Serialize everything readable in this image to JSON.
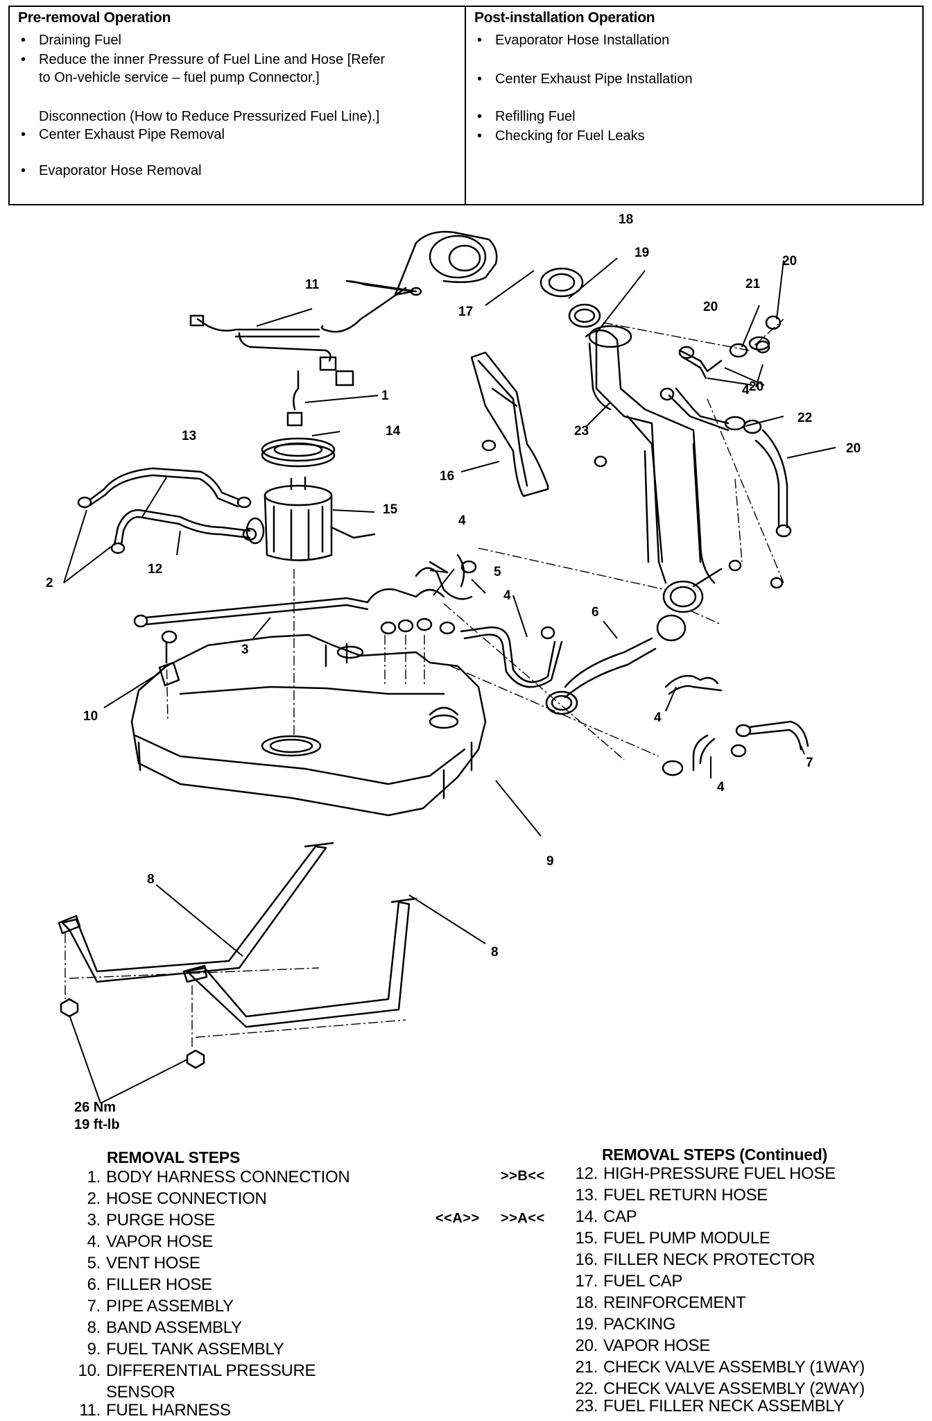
{
  "pre_removal": {
    "title": "Pre-removal Operation",
    "items": [
      "Draining Fuel",
      "Reduce the inner Pressure of Fuel Line and Hose [Refer",
      "to On-vehicle service – fuel pump Connector.]",
      "Disconnection (How to Reduce Pressurized Fuel Line).]",
      "Center Exhaust Pipe Removal",
      "Evaporator Hose Removal"
    ]
  },
  "post_installation": {
    "title": "Post-installation Operation",
    "items": [
      "Evaporator Hose Installation",
      "Center Exhaust Pipe Installation",
      "Refilling Fuel",
      "Checking for Fuel Leaks"
    ]
  },
  "bullet": "•",
  "callouts": [
    "1",
    "2",
    "3",
    "4",
    "4",
    "4",
    "4",
    "4",
    "5",
    "6",
    "7",
    "8",
    "8",
    "9",
    "10",
    "11",
    "12",
    "13",
    "14",
    "15",
    "16",
    "17",
    "18",
    "19",
    "20",
    "20",
    "20",
    "20",
    "21",
    "22",
    "23"
  ],
  "torque": {
    "nm": "26 Nm",
    "ftlb": "19 ft-lb"
  },
  "removal_steps": {
    "title": "REMOVAL STEPS",
    "items": [
      {
        "num": "1.",
        "label": "BODY HARNESS CONNECTION"
      },
      {
        "num": "2.",
        "label": "HOSE CONNECTION"
      },
      {
        "num": "3.",
        "label": "PURGE HOSE"
      },
      {
        "num": "4.",
        "label": "VAPOR HOSE"
      },
      {
        "num": "5.",
        "label": "VENT HOSE"
      },
      {
        "num": "6.",
        "label": "FILLER HOSE"
      },
      {
        "num": "7.",
        "label": "PIPE ASSEMBLY"
      },
      {
        "num": "8.",
        "label": "BAND ASSEMBLY"
      },
      {
        "num": "9.",
        "label": "FUEL TANK ASSEMBLY"
      },
      {
        "num": "10.",
        "label": "DIFFERENTIAL PRESSURE"
      },
      {
        "num": "",
        "label": "SENSOR"
      },
      {
        "num": "11.",
        "label": "FUEL HARNESS"
      }
    ]
  },
  "removal_steps_continued": {
    "title": "REMOVAL STEPS (Continued)",
    "items": [
      {
        "num": "12.",
        "label": "HIGH-PRESSURE FUEL HOSE"
      },
      {
        "num": "13.",
        "label": "FUEL RETURN HOSE"
      },
      {
        "num": "14.",
        "label": "CAP"
      },
      {
        "num": "15.",
        "label": "FUEL PUMP MODULE"
      },
      {
        "num": "16.",
        "label": "FILLER NECK PROTECTOR"
      },
      {
        "num": "17.",
        "label": "FUEL CAP"
      },
      {
        "num": "18.",
        "label": "REINFORCEMENT"
      },
      {
        "num": "19.",
        "label": "PACKING"
      },
      {
        "num": "20.",
        "label": "VAPOR HOSE"
      },
      {
        "num": "21.",
        "label": "CHECK VALVE ASSEMBLY (1WAY)"
      },
      {
        "num": "22.",
        "label": "CHECK VALVE ASSEMBLY (2WAY)"
      },
      {
        "num": "23.",
        "label": "FUEL FILLER NECK ASSEMBLY"
      }
    ]
  },
  "marks": {
    "b_install": ">>B<<",
    "a_remove": "<<A>>",
    "a_install": ">>A<<"
  }
}
